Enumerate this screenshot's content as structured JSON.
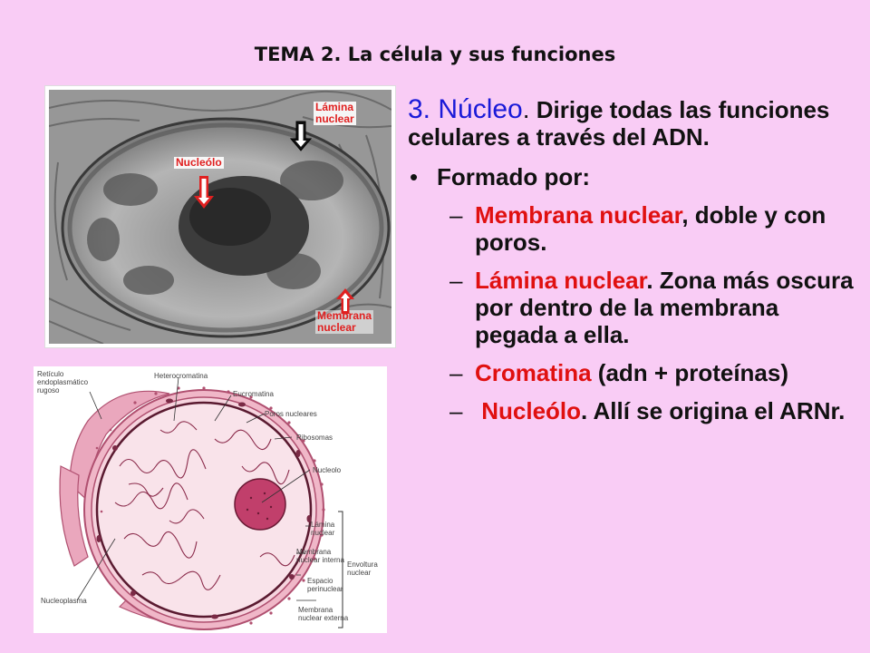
{
  "title": "TEMA 2. La célula y sus funciones",
  "micrograph": {
    "labels": {
      "lamina": "Lámina\nnuclear",
      "nucleolo": "Nucleólo",
      "membrana": "Membrana\nnuclear"
    },
    "arrow_colors": {
      "lamina": "#000000",
      "nucleolo": "#e02020",
      "membrana": "#e02020"
    }
  },
  "diagram": {
    "labels": {
      "reticulo": "Retículo\nendoplasmático\nrugoso",
      "heterocromatina": "Heterocromatina",
      "eucromatina": "Eucromatina",
      "poros": "Poros nucleares",
      "ribosomas": "Ribosomas",
      "nucleolo": "Nucleolo",
      "lamina": "Lámina\nnuclear",
      "membrana_interna": "Membrana\nnuclear interna",
      "espacio": "Espacio\nperinuclear",
      "membrana_externa": "Membrana\nnuclear externa",
      "envoltura": "Envoltura\nnuclear",
      "nucleoplasma": "Nucleoplasma"
    }
  },
  "content": {
    "heading_num": "3. Núcleo",
    "heading_dot": ".",
    "heading_rest": " Dirige todas las funciones celulares a través del ADN.",
    "bullet_char": "•",
    "bullet_text": "Formado por:",
    "dash_char": "–",
    "items": [
      {
        "term": "Membrana nuclear",
        "rest": ", doble y con poros."
      },
      {
        "term": "Lámina nuclear",
        "rest": ". Zona más oscura por dentro de la membrana pegada a ella."
      },
      {
        "term": "Cromatina",
        "rest": " (adn + proteínas)"
      },
      {
        "term": " Nucleólo",
        "rest": ". Allí se origina el ARNr."
      }
    ]
  }
}
